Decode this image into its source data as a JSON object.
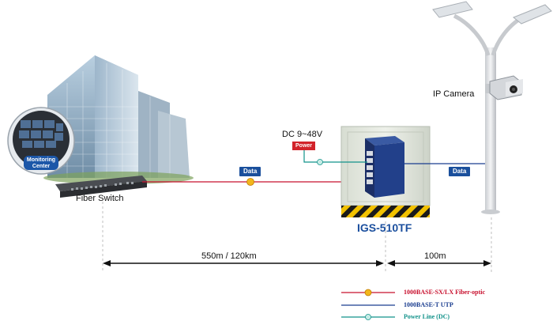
{
  "labels": {
    "monitoring_center": "Monitoring Center",
    "fiber_switch": "Fiber Switch",
    "ip_camera": "IP Camera",
    "dc_voltage": "DC 9~48V",
    "power_tag": "Power",
    "data_tag_left": "Data",
    "data_tag_right": "Data",
    "product_name": "IGS-510TF",
    "distance_fiber": "550m / 120km",
    "distance_utp": "100m"
  },
  "legend": [
    {
      "text": "1000BASE-SX/LX Fiber-optic",
      "color": "#c8102e"
    },
    {
      "text": "1000BASE-T UTP",
      "color": "#1a3d8f"
    },
    {
      "text": "Power Line (DC)",
      "color": "#12928a"
    }
  ],
  "colors": {
    "fiber": "#c8102e",
    "utp": "#1a3d8f",
    "power": "#12928a",
    "tag_blue": "#1a4f9c",
    "tag_red": "#d2232a",
    "product_text": "#1b4f9e"
  },
  "icons": {
    "building": "office-building-icon",
    "monitor": "monitoring-center-icon",
    "switch": "fiber-switch-icon",
    "cabinet": "industrial-cabinet-icon",
    "camera": "ip-camera-icon",
    "pole": "street-light-pole-icon"
  }
}
